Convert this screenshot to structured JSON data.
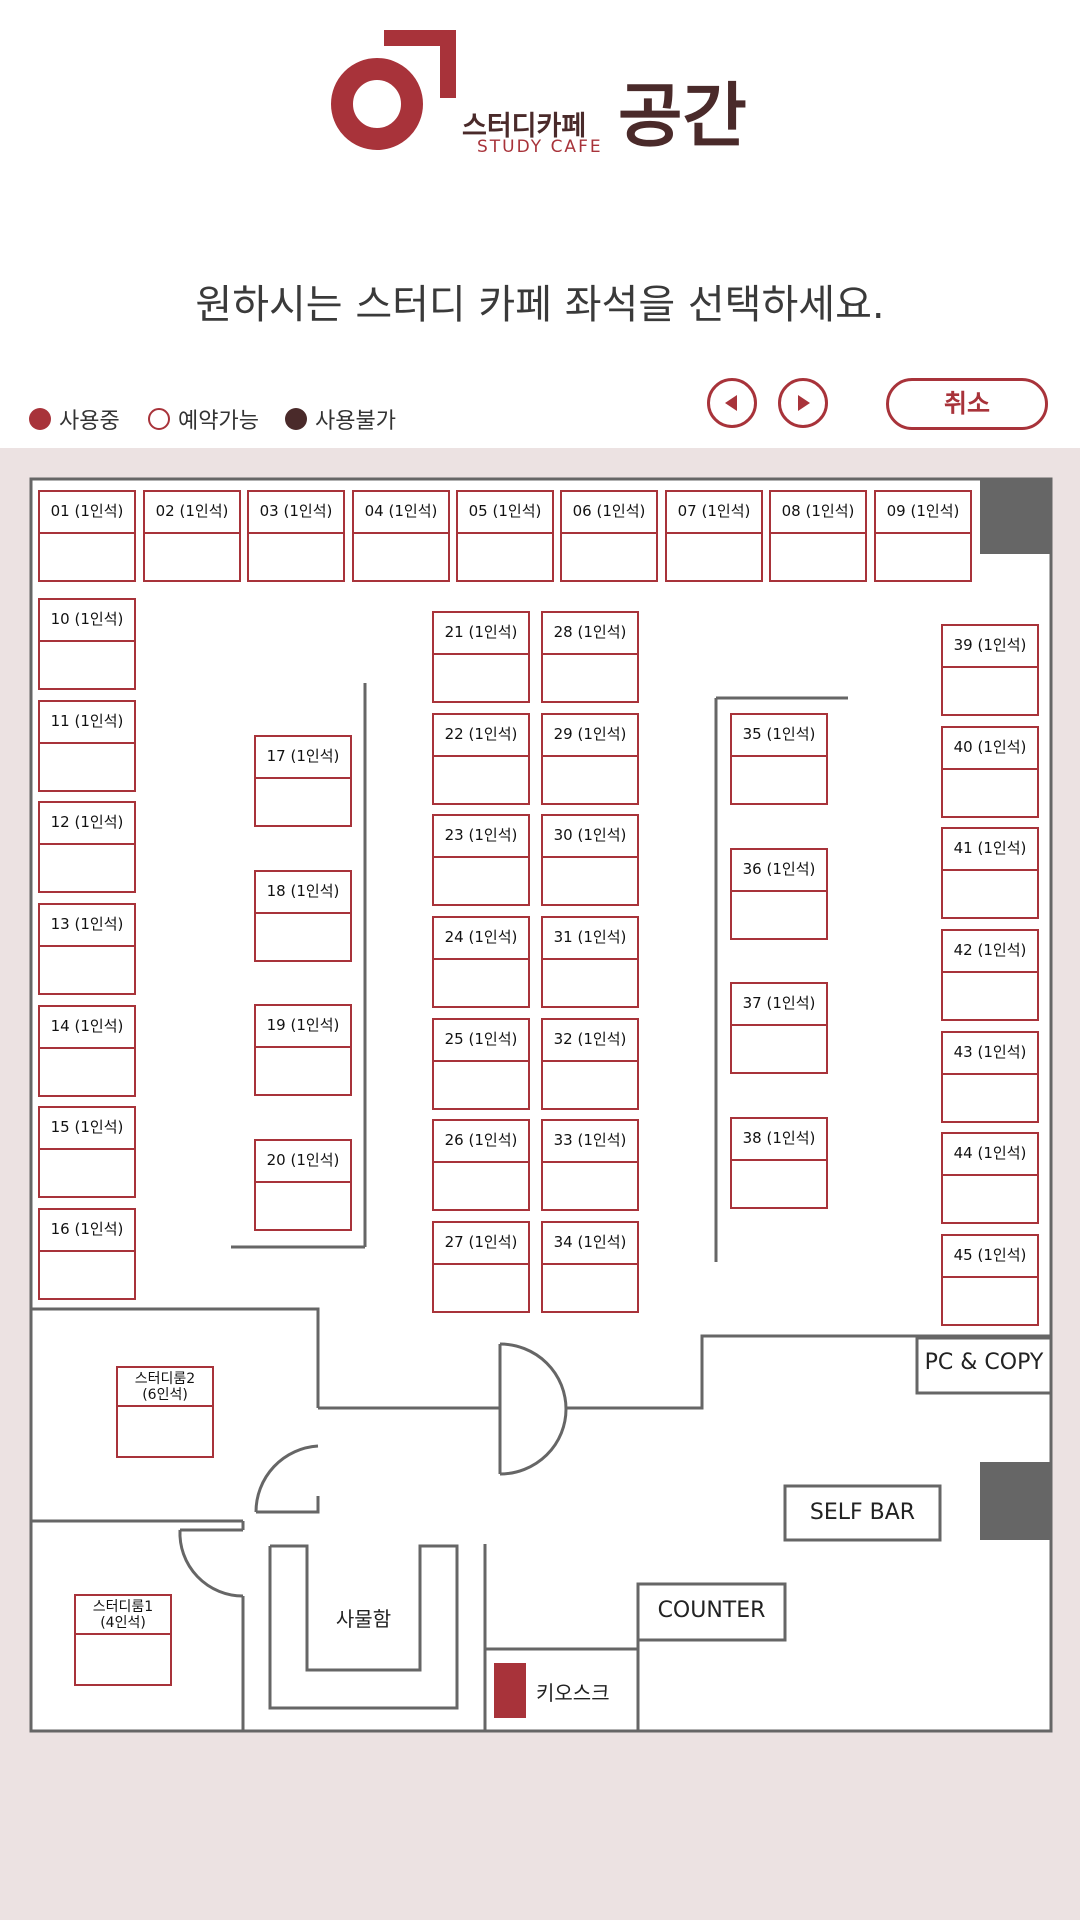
{
  "brand": {
    "korean_name": "스터디카페",
    "english_name": "STUDY CAFE",
    "big_name": "공간",
    "accent_color": "#a8333a",
    "dark_color": "#4a2a2a"
  },
  "instruction": "원하시는 스터디 카페 좌석을 선택하세요.",
  "legend": {
    "in_use": "사용중",
    "available": "예약가능",
    "unavailable": "사용불가"
  },
  "controls": {
    "prev_icon": "triangle-left-icon",
    "next_icon": "triangle-right-icon",
    "cancel_label": "취소"
  },
  "seats": [
    {
      "label": "01 (1인석)"
    },
    {
      "label": "02 (1인석)"
    },
    {
      "label": "03 (1인석)"
    },
    {
      "label": "04 (1인석)"
    },
    {
      "label": "05 (1인석)"
    },
    {
      "label": "06 (1인석)"
    },
    {
      "label": "07 (1인석)"
    },
    {
      "label": "08 (1인석)"
    },
    {
      "label": "09 (1인석)"
    },
    {
      "label": "10 (1인석)"
    },
    {
      "label": "11 (1인석)"
    },
    {
      "label": "12 (1인석)"
    },
    {
      "label": "13 (1인석)"
    },
    {
      "label": "14 (1인석)"
    },
    {
      "label": "15 (1인석)"
    },
    {
      "label": "16 (1인석)"
    },
    {
      "label": "17 (1인석)"
    },
    {
      "label": "18 (1인석)"
    },
    {
      "label": "19 (1인석)"
    },
    {
      "label": "20 (1인석)"
    },
    {
      "label": "21 (1인석)"
    },
    {
      "label": "22 (1인석)"
    },
    {
      "label": "23 (1인석)"
    },
    {
      "label": "24 (1인석)"
    },
    {
      "label": "25 (1인석)"
    },
    {
      "label": "26 (1인석)"
    },
    {
      "label": "27 (1인석)"
    },
    {
      "label": "28 (1인석)"
    },
    {
      "label": "29 (1인석)"
    },
    {
      "label": "30 (1인석)"
    },
    {
      "label": "31 (1인석)"
    },
    {
      "label": "32 (1인석)"
    },
    {
      "label": "33 (1인석)"
    },
    {
      "label": "34 (1인석)"
    },
    {
      "label": "35 (1인석)"
    },
    {
      "label": "36 (1인석)"
    },
    {
      "label": "37 (1인석)"
    },
    {
      "label": "38 (1인석)"
    },
    {
      "label": "39 (1인석)"
    },
    {
      "label": "40 (1인석)"
    },
    {
      "label": "41 (1인석)"
    },
    {
      "label": "42 (1인석)"
    },
    {
      "label": "43 (1인석)"
    },
    {
      "label": "44 (1인석)"
    },
    {
      "label": "45 (1인석)"
    }
  ],
  "rooms": [
    {
      "label": "스터디룸2\n(6인석)"
    },
    {
      "label": "스터디룸1\n(4인석)"
    }
  ],
  "map_labels": {
    "pc_copy": "PC & COPY",
    "self_bar": "SELF BAR",
    "counter": "COUNTER",
    "locker": "사물함",
    "kiosk": "키오스크"
  }
}
